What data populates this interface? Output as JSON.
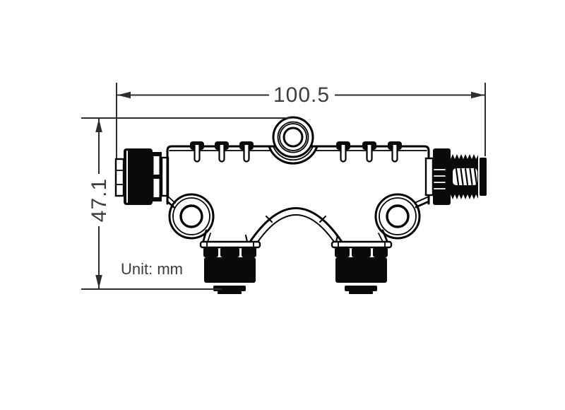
{
  "drawing": {
    "width_dimension_label": "100.5",
    "height_dimension_label": "47.1",
    "unit_label": "Unit: mm",
    "colors": {
      "background": "#ffffff",
      "line": "#000000",
      "dimension": "#3d3d3d"
    }
  }
}
